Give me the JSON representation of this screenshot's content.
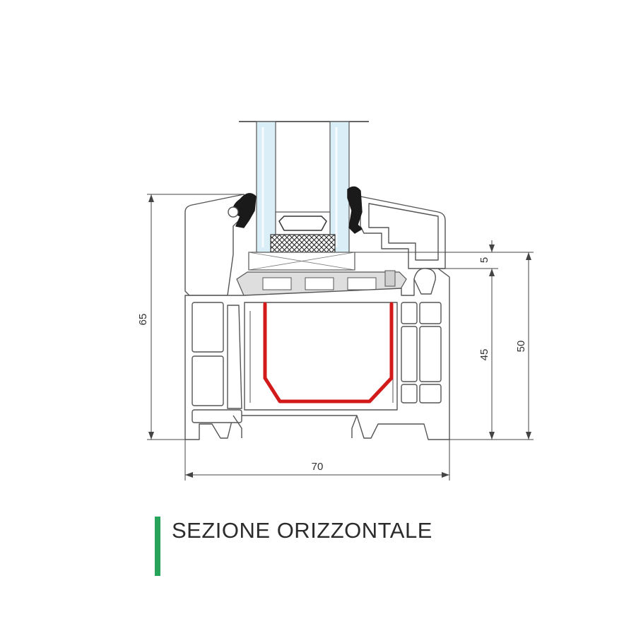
{
  "caption": {
    "text": "SEZIONE ORIZZONTALE",
    "accent_color": "#27a35a"
  },
  "dimensions": {
    "height_total": "65",
    "width_total": "70",
    "overlap": "5",
    "inner_depth": "45",
    "frame_height": "50"
  },
  "colors": {
    "profile_stroke": "#555555",
    "profile_fill": "#ffffff",
    "glass_fill": "#d9eef7",
    "gasket": "#1a1a1a",
    "reinforcement": "#d31a1a",
    "spacer_fill": "#e6e6e6",
    "dimension_line": "#444444"
  }
}
